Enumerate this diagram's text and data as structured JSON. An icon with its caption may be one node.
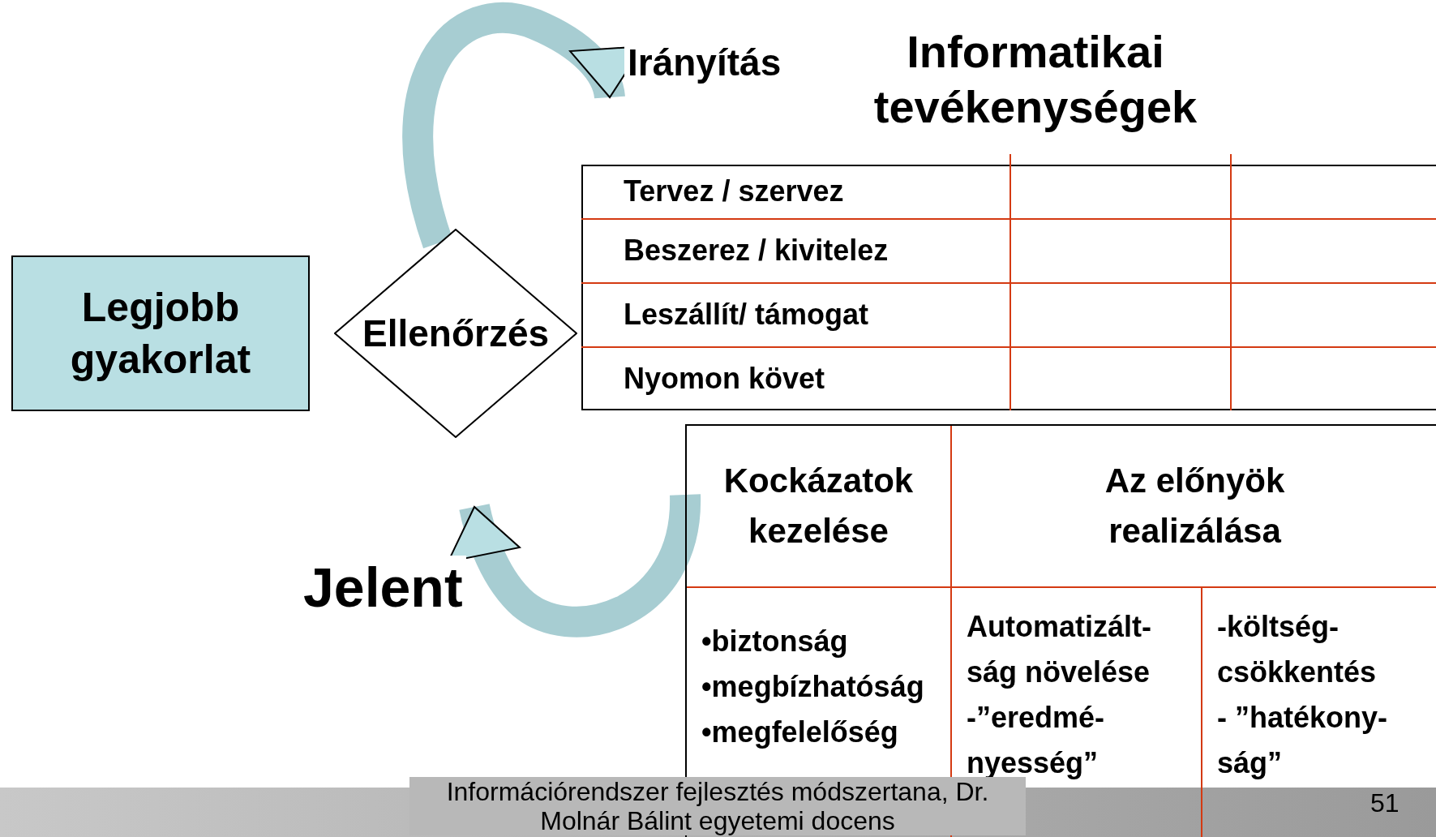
{
  "diagram": {
    "nodes": [
      {
        "text": [
          "Legjobb gyakorlat"
        ]
      },
      {
        "text": [
          "Ellenőrzés"
        ]
      },
      {
        "text": [
          "Informatikai tevékenységek"
        ]
      },
      {
        "text": [
          "Tervez / szervez"
        ],
        "in": 2
      },
      {
        "text": [
          "Beszerez /  kivitelez"
        ],
        "in": 2
      },
      {
        "text": [
          "Leszállít/ támogat"
        ],
        "in": 2
      },
      {
        "text": [
          "Nyomon követ"
        ],
        "in": 2
      },
      {
        "text": [],
        "shape": "box"
      },
      {
        "text": [
          "Kockázatok kezelése"
        ],
        "in": 7
      },
      {
        "text": [
          "Az előnyök realizálása"
        ],
        "in": 7
      },
      {
        "text": [
          "•biztonság",
          "•megbízhatóság",
          "•megfelelőség"
        ],
        "in": 7
      },
      {
        "text": [
          "Automatizált- ság növelése -”eredmé- nyesség”"
        ],
        "in": 7
      },
      {
        "text": [
          "-költség- csökkentés - ”hatékony- ság”"
        ],
        "in": 7
      }
    ],
    "edges": [
      {
        "from": 1,
        "to": 2,
        "arrow": "to",
        "label": "Irányítás"
      },
      {
        "from": 7,
        "to": 1,
        "arrow": "to",
        "label": "Jelent"
      }
    ],
    "labels": [
      "Információrendszer fejlesztés módszertana, Dr. Molnár Bálint egyetemi docens",
      "51"
    ]
  }
}
